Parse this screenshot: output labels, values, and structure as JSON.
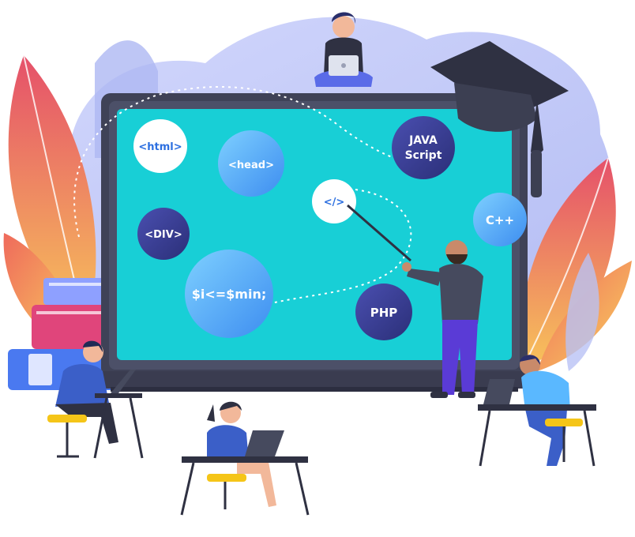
{
  "bubbles": {
    "html": "<html>",
    "head": "<head>",
    "javascript_line1": "JAVA",
    "javascript_line2": "Script",
    "code": "</>",
    "cpp": "C++",
    "div": "<DIV>",
    "php": "PHP",
    "expression": "$i<=$min;"
  },
  "colors": {
    "screen": "#18cfd6",
    "board_frame": "#4a4d63",
    "dark_bubble": "#3a3f9a",
    "light_bubble": "#5ab8ff",
    "white_bubble": "#ffffff",
    "bubble_text_blue": "#2c6fe0",
    "leaf_warm": "#f4a04a",
    "leaf_red": "#e5506a",
    "leaf_lavender": "#b9c2f5"
  },
  "icons": {
    "graduation_cap": "graduation-cap-icon",
    "laptop": "laptop-icon",
    "books": "books-icon"
  }
}
